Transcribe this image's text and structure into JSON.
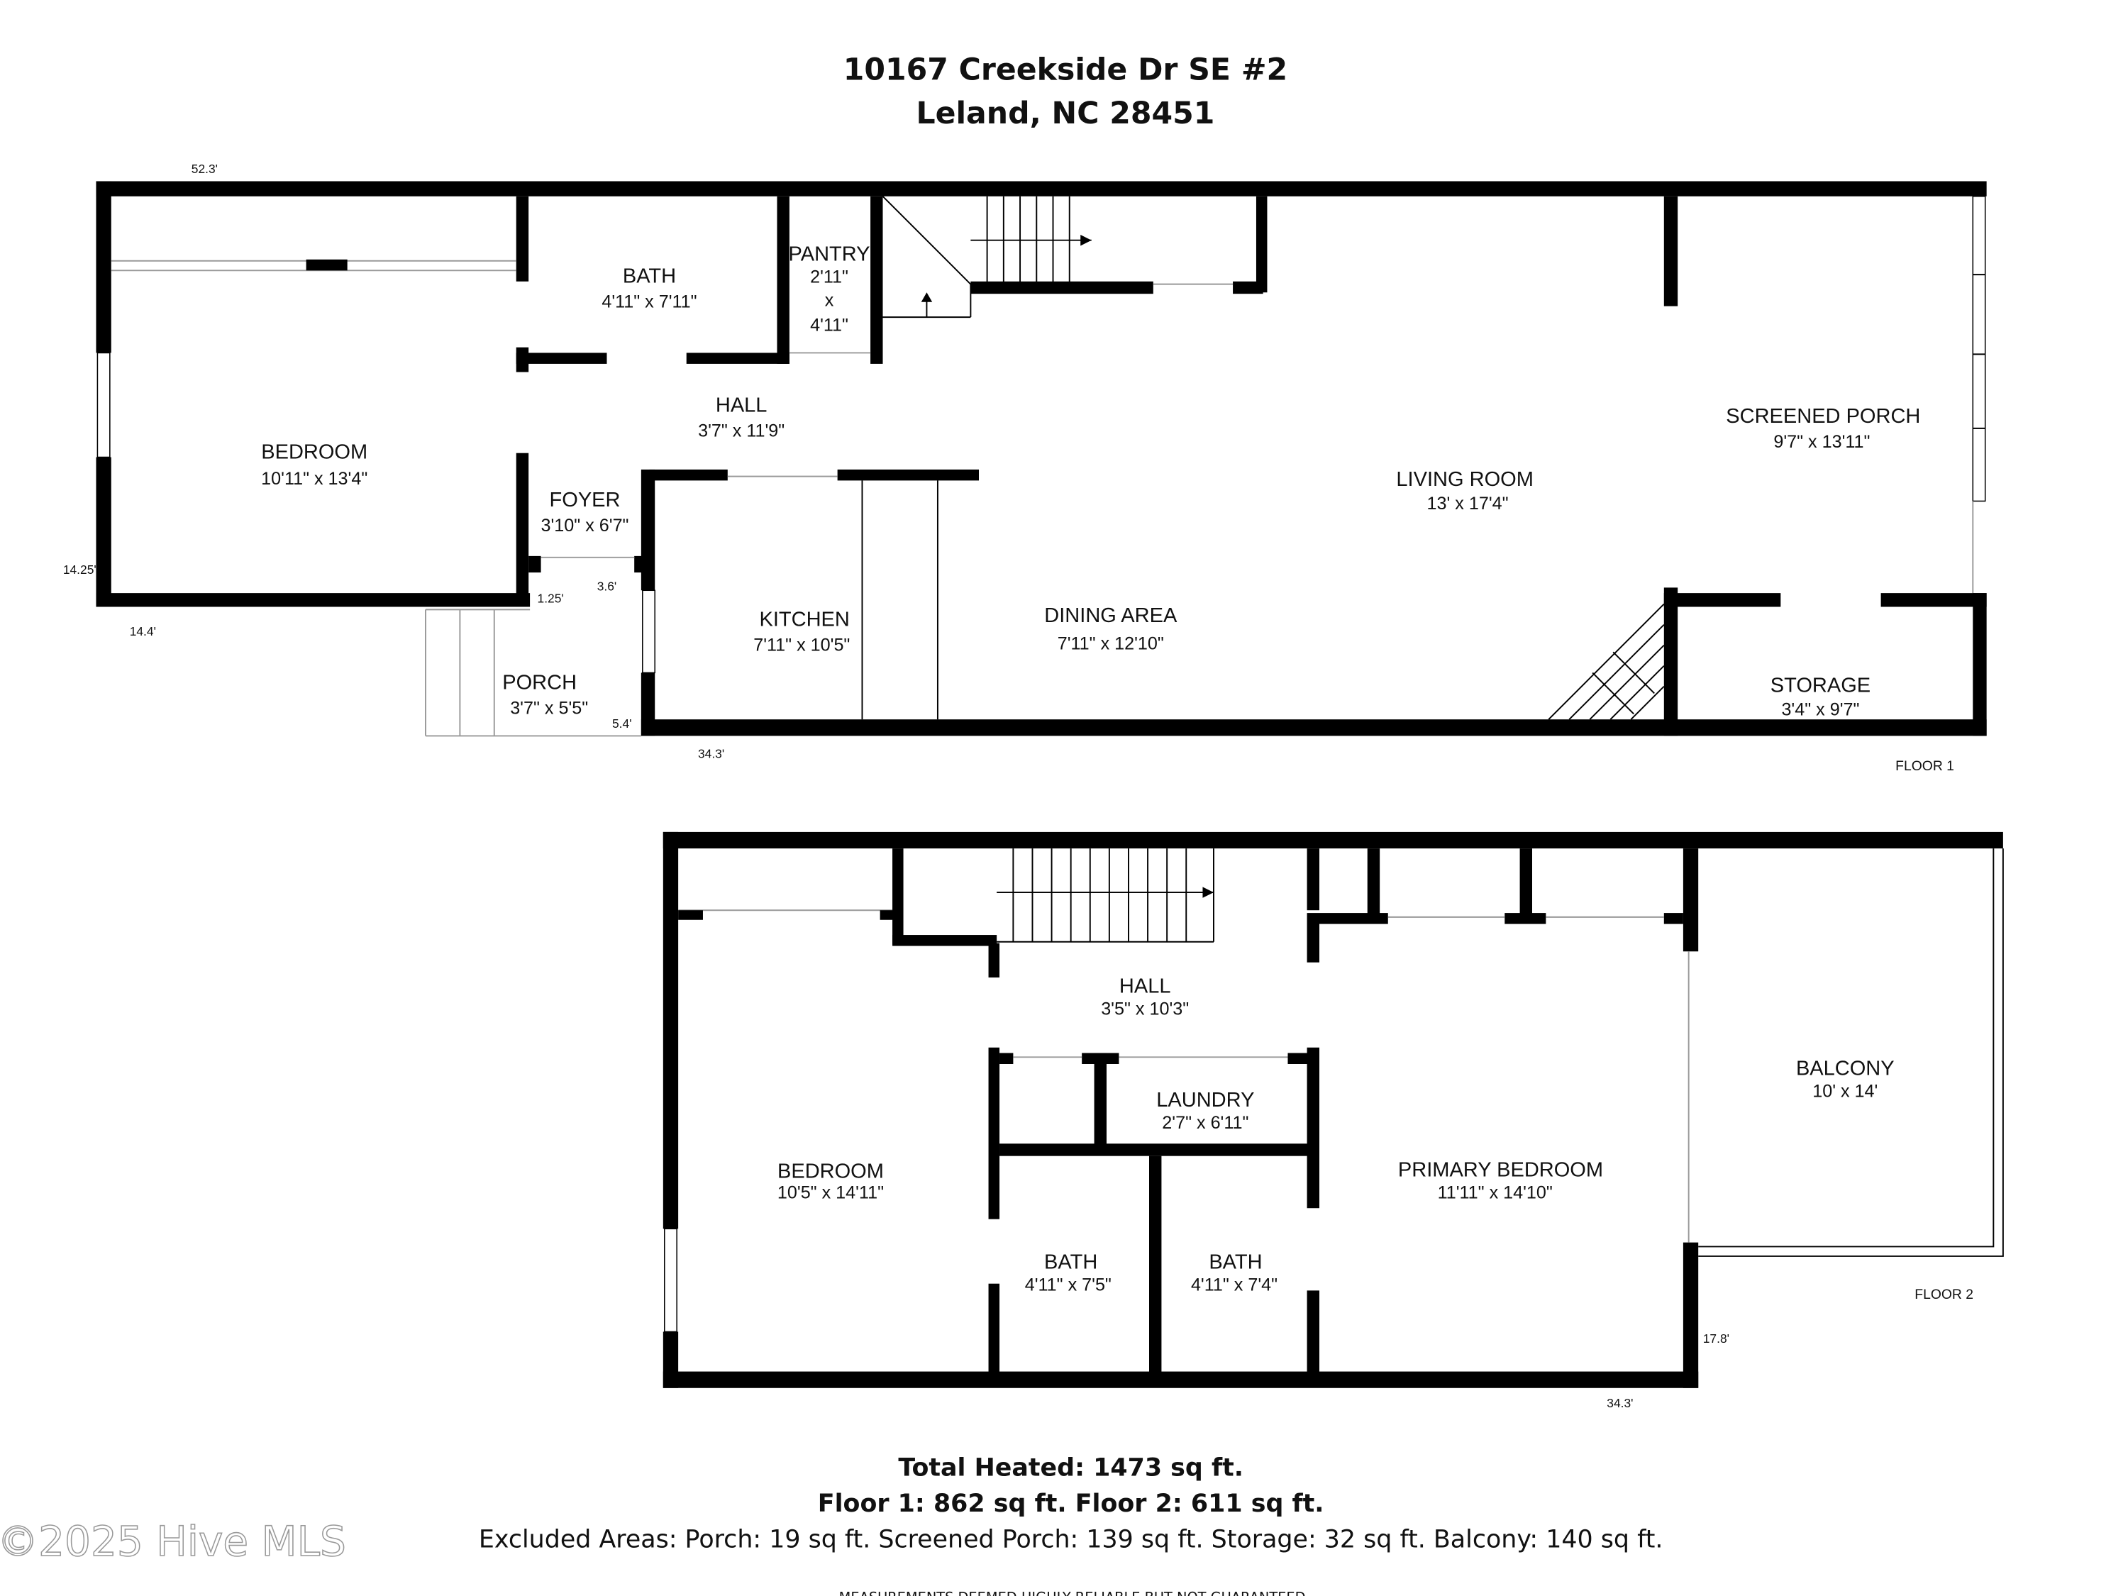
{
  "title": {
    "line1": "10167 Creekside Dr SE #2",
    "line2": "Leland, NC 28451"
  },
  "floor1": {
    "label": "FLOOR 1",
    "exterior_dims": {
      "top": "52.3'",
      "left": "14.25'",
      "bedroom_bottom": "14.4'",
      "bottom": "34.3'",
      "foyer_step": "1.25'",
      "porch_top": "3.6'",
      "porch_side": "5.4'"
    },
    "rooms": [
      {
        "name": "BEDROOM",
        "size": "10'11\" x 13'4\""
      },
      {
        "name": "BATH",
        "size": "4'11\" x 7'11\""
      },
      {
        "name": "PANTRY",
        "size_w": "2'11\"",
        "size_x": "x",
        "size_h": "4'11\""
      },
      {
        "name": "HALL",
        "size": "3'7\" x 11'9\""
      },
      {
        "name": "FOYER",
        "size": "3'10\" x 6'7\""
      },
      {
        "name": "KITCHEN",
        "size": "7'11\" x 10'5\""
      },
      {
        "name": "DINING AREA",
        "size": "7'11\" x 12'10\""
      },
      {
        "name": "LIVING ROOM",
        "size": "13' x 17'4\""
      },
      {
        "name": "SCREENED PORCH",
        "size": "9'7\" x 13'11\""
      },
      {
        "name": "STORAGE",
        "size": "3'4\" x 9'7\""
      },
      {
        "name": "PORCH",
        "size": "3'7\" x 5'5\""
      }
    ]
  },
  "floor2": {
    "label": "FLOOR 2",
    "exterior_dims": {
      "right": "17.8'",
      "bottom": "34.3'"
    },
    "rooms": [
      {
        "name": "HALL",
        "size": "3'5\" x 10'3\""
      },
      {
        "name": "LAUNDRY",
        "size": "2'7\" x 6'11\""
      },
      {
        "name": "BEDROOM",
        "size": "10'5\" x 14'11\""
      },
      {
        "name": "BATH",
        "size": "4'11\" x 7'5\""
      },
      {
        "name": "BATH",
        "size": "4'11\" x 7'4\""
      },
      {
        "name": "PRIMARY BEDROOM",
        "size": "11'11\" x 14'10\""
      },
      {
        "name": "BALCONY",
        "size": "10' x 14'"
      }
    ]
  },
  "summary": {
    "total": "Total Heated: 1473 sq ft.",
    "floors": "Floor 1: 862 sq ft. Floor 2: 611 sq ft.",
    "excluded": "Excluded Areas: Porch: 19 sq ft. Screened Porch: 139 sq ft. Storage: 32 sq ft. Balcony: 140 sq ft.",
    "disclaimer": "MEASUREMENTS DEEMED HIGHLY RELIABLE BUT NOT GUARANTEED"
  },
  "watermark": "©2025 Hive MLS"
}
